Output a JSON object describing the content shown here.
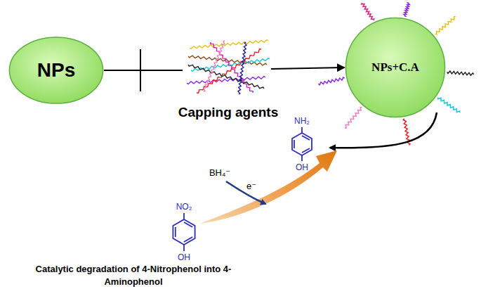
{
  "diagram": {
    "caption": "Catalytic degradation of 4-Nitrophenol into 4-Aminophenol",
    "nodes": [
      {
        "text": [
          "NPs"
        ]
      },
      {
        "text": [
          "NPs+C.A"
        ]
      }
    ],
    "edges": [
      {
        "from": 0,
        "to": 1,
        "arrow": "to"
      }
    ],
    "labels": [
      "Capping agents",
      "NH₂",
      "OH",
      "BH₄⁻",
      "e⁻",
      "NO₂",
      "OH"
    ]
  }
}
